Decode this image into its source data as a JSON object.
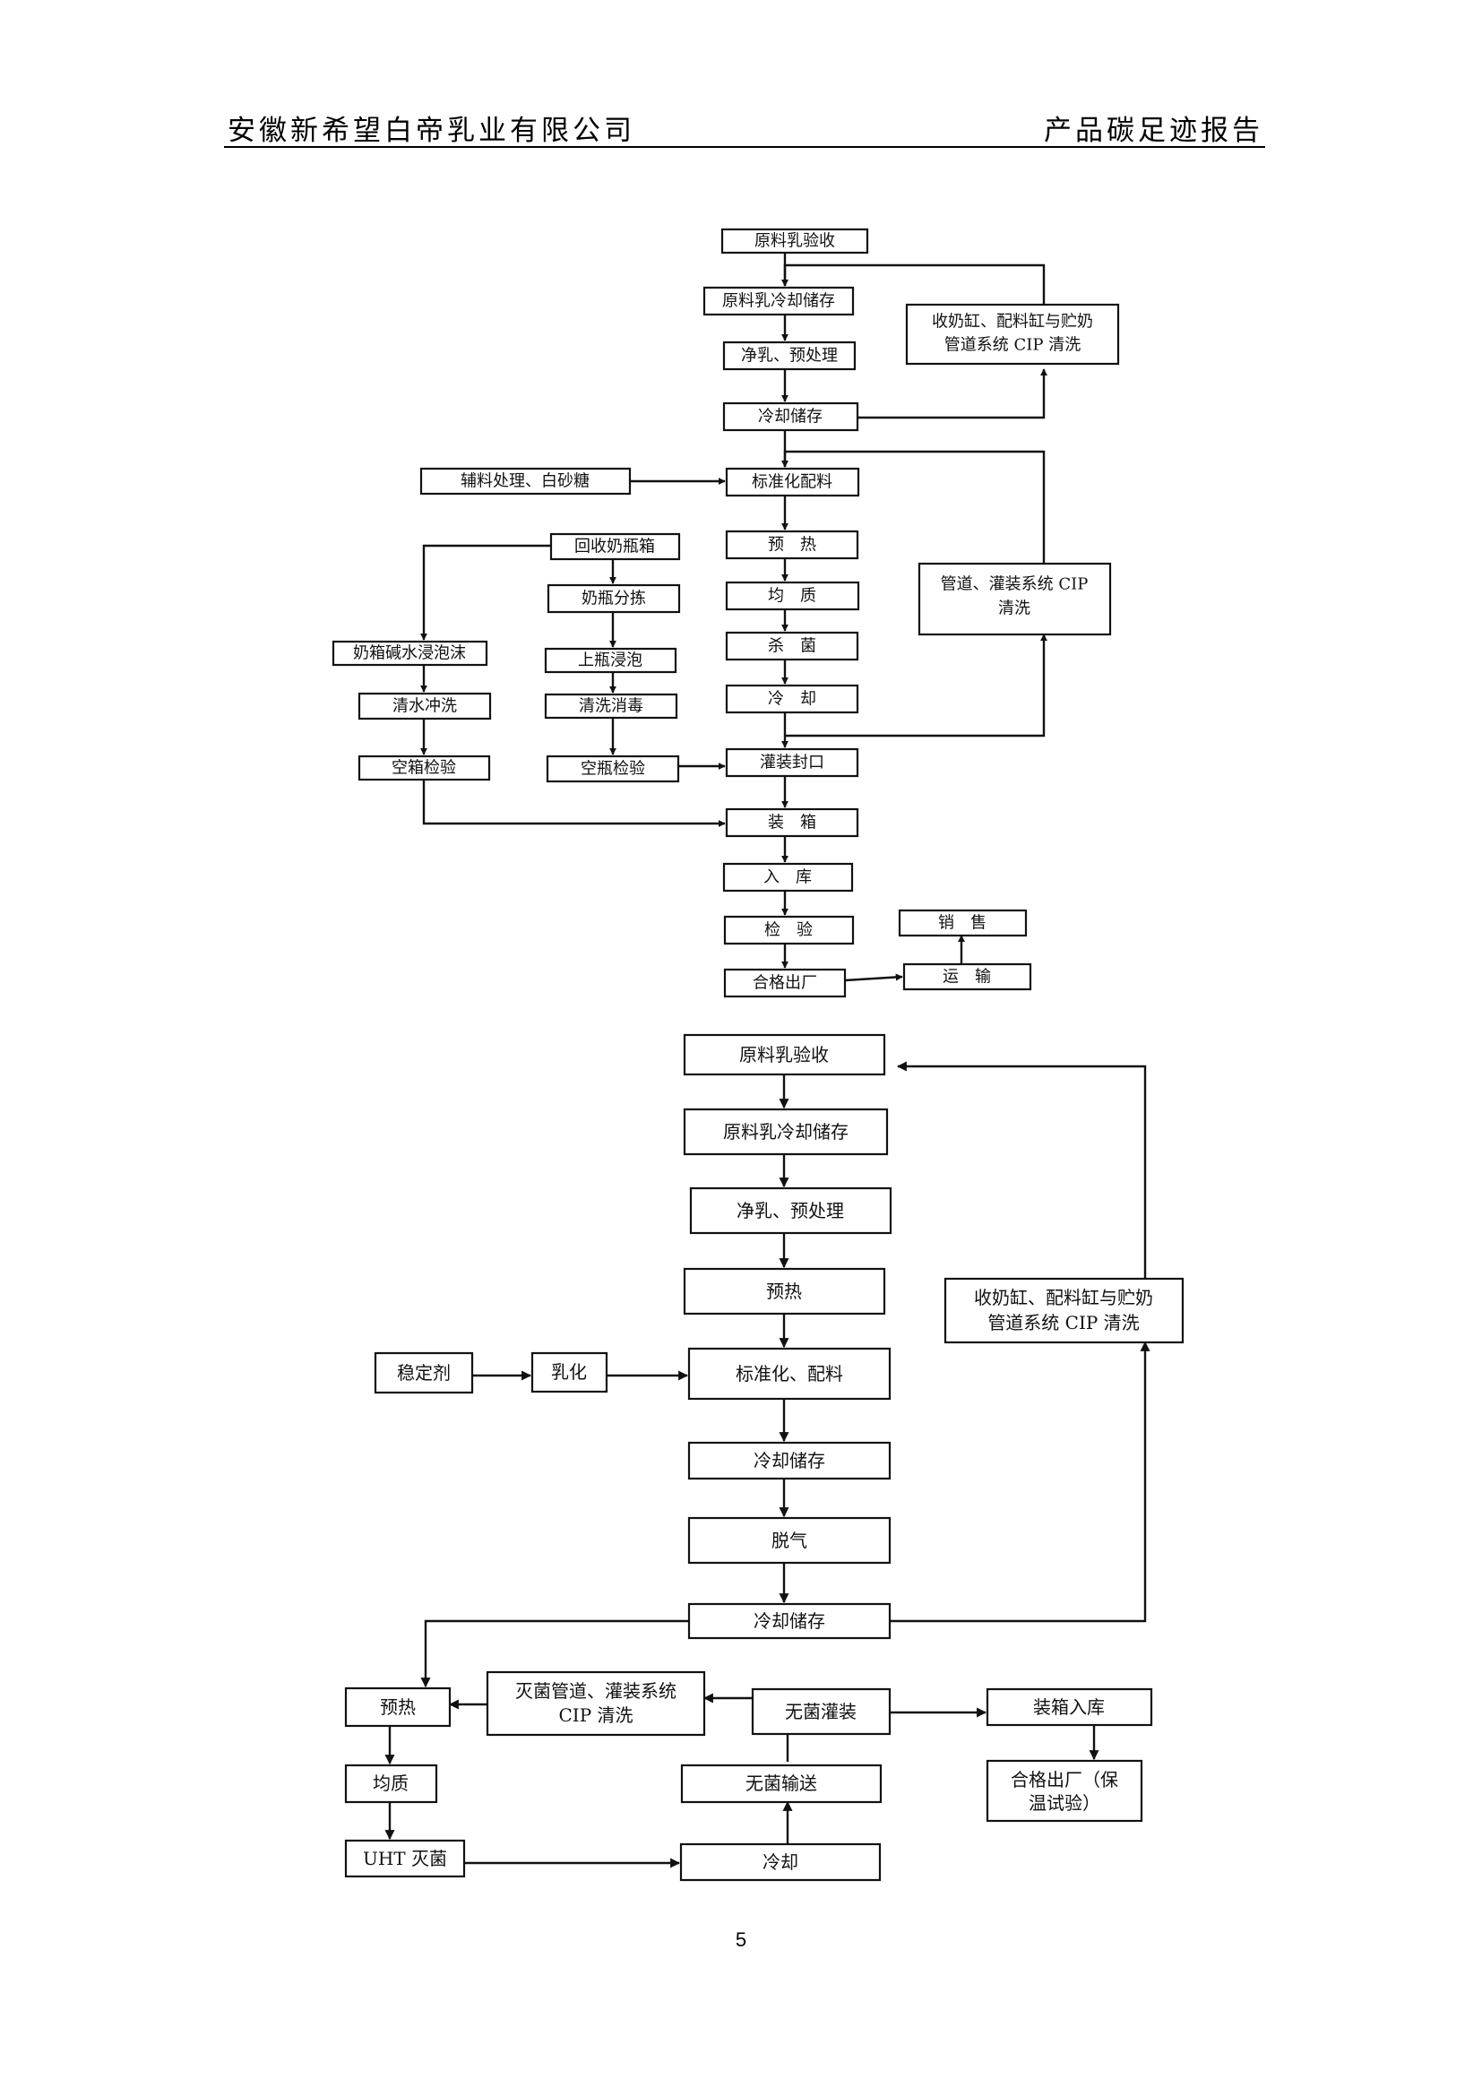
{
  "header": {
    "company": "安徽新希望白帝乳业有限公司",
    "report_title": "产品碳足迹报告"
  },
  "page_number": "5",
  "flowchart_1": {
    "raw_milk_receive": "原料乳验收",
    "raw_milk_cool_store": "原料乳冷却储存",
    "cip_tanks_1": "收奶缸、配料缸与贮奶",
    "cip_tanks_2": "管道系统 CIP 清洗",
    "purify_pretreat": "净乳、预处理",
    "cool_store": "冷却储存",
    "auxiliary_sugar": "辅料处理、白砂糖",
    "standardize_batch": "标准化配料",
    "preheat": "预　热",
    "homogenize": "均　质",
    "sterilize": "杀　菌",
    "cool": "冷　却",
    "cip_filling_1": "管道、灌装系统 CIP",
    "cip_filling_2": "清洗",
    "recycle_crates": "回收奶瓶箱",
    "bottle_sort": "奶瓶分拣",
    "bottle_soak": "上瓶浸泡",
    "bottle_wash": "清洗消毒",
    "bottle_inspect": "空瓶检验",
    "crate_soak": "奶箱碱水浸泡沫",
    "crate_rinse": "清水冲洗",
    "crate_inspect": "空箱检验",
    "fill_seal": "灌装封口",
    "boxing": "装　箱",
    "warehouse": "入　库",
    "inspection": "检　验",
    "qualified_exit": "合格出厂",
    "transport": "运　输",
    "sales": "销　售"
  },
  "flowchart_2": {
    "raw_milk_receive": "原料乳验收",
    "raw_milk_cool_store": "原料乳冷却储存",
    "purify_pretreat": "净乳、预处理",
    "preheat_top": "预热",
    "cip_tanks_1": "收奶缸、配料缸与贮奶",
    "cip_tanks_2": "管道系统 CIP 清洗",
    "stabilizer": "稳定剂",
    "emulsify": "乳化",
    "standardize_batch": "标准化、配料",
    "cool_store_1": "冷却储存",
    "degas": "脱气",
    "cool_store_2": "冷却储存",
    "preheat": "预热",
    "cip_sterile_1": "灭菌管道、灌装系统",
    "cip_sterile_2": "CIP 清洗",
    "aseptic_fill": "无菌灌装",
    "box_store": "装箱入库",
    "homogenize": "均质",
    "aseptic_convey": "无菌输送",
    "qualified_1": "合格出厂（保",
    "qualified_2": "温试验）",
    "uht": "UHT 灭菌",
    "cool": "冷却"
  }
}
